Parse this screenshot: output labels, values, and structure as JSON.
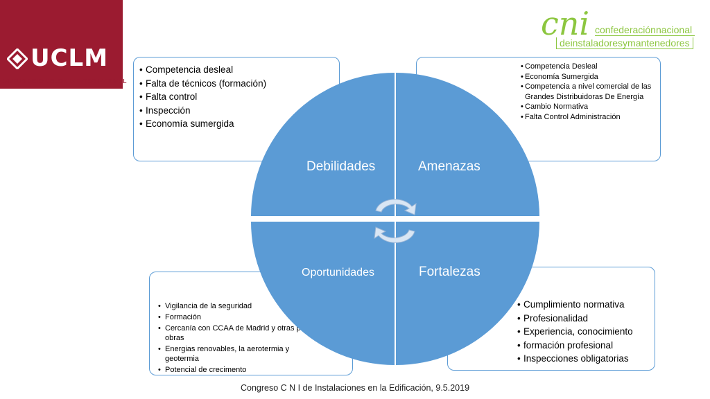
{
  "logos": {
    "uclm": {
      "name": "UCLM",
      "subtitle": "CAMPUS DE EXCELENCIA INTERNACIONAL",
      "color": "#9b1b30",
      "icon": "castle-icon"
    },
    "cni": {
      "name": "cni",
      "line1": "confederaciónnacional",
      "line2": "deinstaladoresymantenedores",
      "color": "#8cc63f"
    }
  },
  "quadrants": {
    "debilidades": "Debilidades",
    "amenazas": "Amenazas",
    "oportunidades": "Oportunidades",
    "fortalezas": "Fortalezas",
    "color": "#5b9bd5",
    "center_icon": "cycle-arrows-icon"
  },
  "boxes": {
    "debilidades": [
      "Competencia desleal",
      "Falta de técnicos (formación)",
      "Falta control",
      "Inspección",
      "Economía sumergida"
    ],
    "amenazas": [
      "Competencia Desleal",
      "Economía Sumergida",
      "Competencia a nivel comercial de las Grandes Distribuidoras De Energía",
      "Cambio Normativa",
      "Falta Control Administración"
    ],
    "oportunidades": [
      "Vigilancia de la seguridad",
      "Formación",
      "Cercanía con CCAA de Madrid y otras por obras",
      "Energias renovables, la aerotermia y geotermia",
      "Potencial de crecimento"
    ],
    "fortalezas": [
      "Cumplimiento normativa",
      "Profesionalidad",
      "Experiencia, conocimiento",
      "formación profesional",
      "Inspecciones obligatorias"
    ]
  },
  "footer": "Congreso C N I de Instalaciones en la Edificación, 9.5.2019"
}
